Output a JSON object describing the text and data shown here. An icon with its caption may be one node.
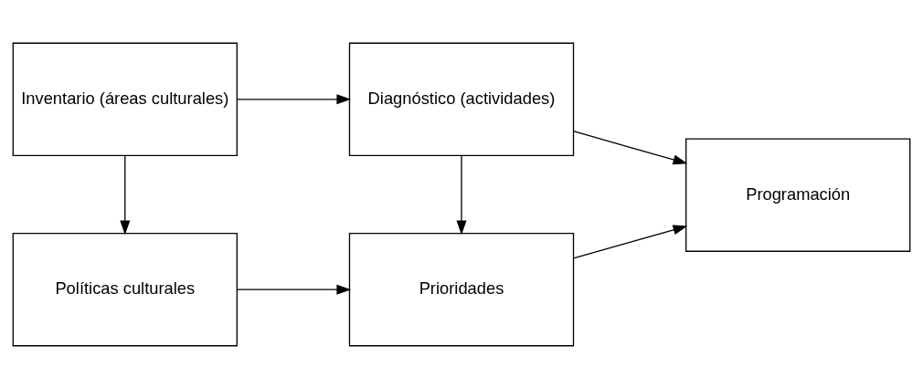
{
  "diagram": {
    "nodes": [
      {
        "text": [
          "Inventario (áreas culturales)"
        ]
      },
      {
        "text": [
          "Diagnóstico (actividades)"
        ]
      },
      {
        "text": [
          "Programación"
        ]
      },
      {
        "text": [
          "Políticas culturales"
        ]
      },
      {
        "text": [
          "Prioridades"
        ]
      }
    ],
    "edges": [
      {
        "from": 0,
        "to": 1,
        "arrow": "to"
      },
      {
        "from": 1,
        "to": 2,
        "arrow": "to"
      },
      {
        "from": 0,
        "to": 3,
        "arrow": "to"
      },
      {
        "from": 1,
        "to": 4,
        "arrow": "to"
      },
      {
        "from": 3,
        "to": 4,
        "arrow": "to"
      },
      {
        "from": 4,
        "to": 2,
        "arrow": "to"
      }
    ]
  }
}
